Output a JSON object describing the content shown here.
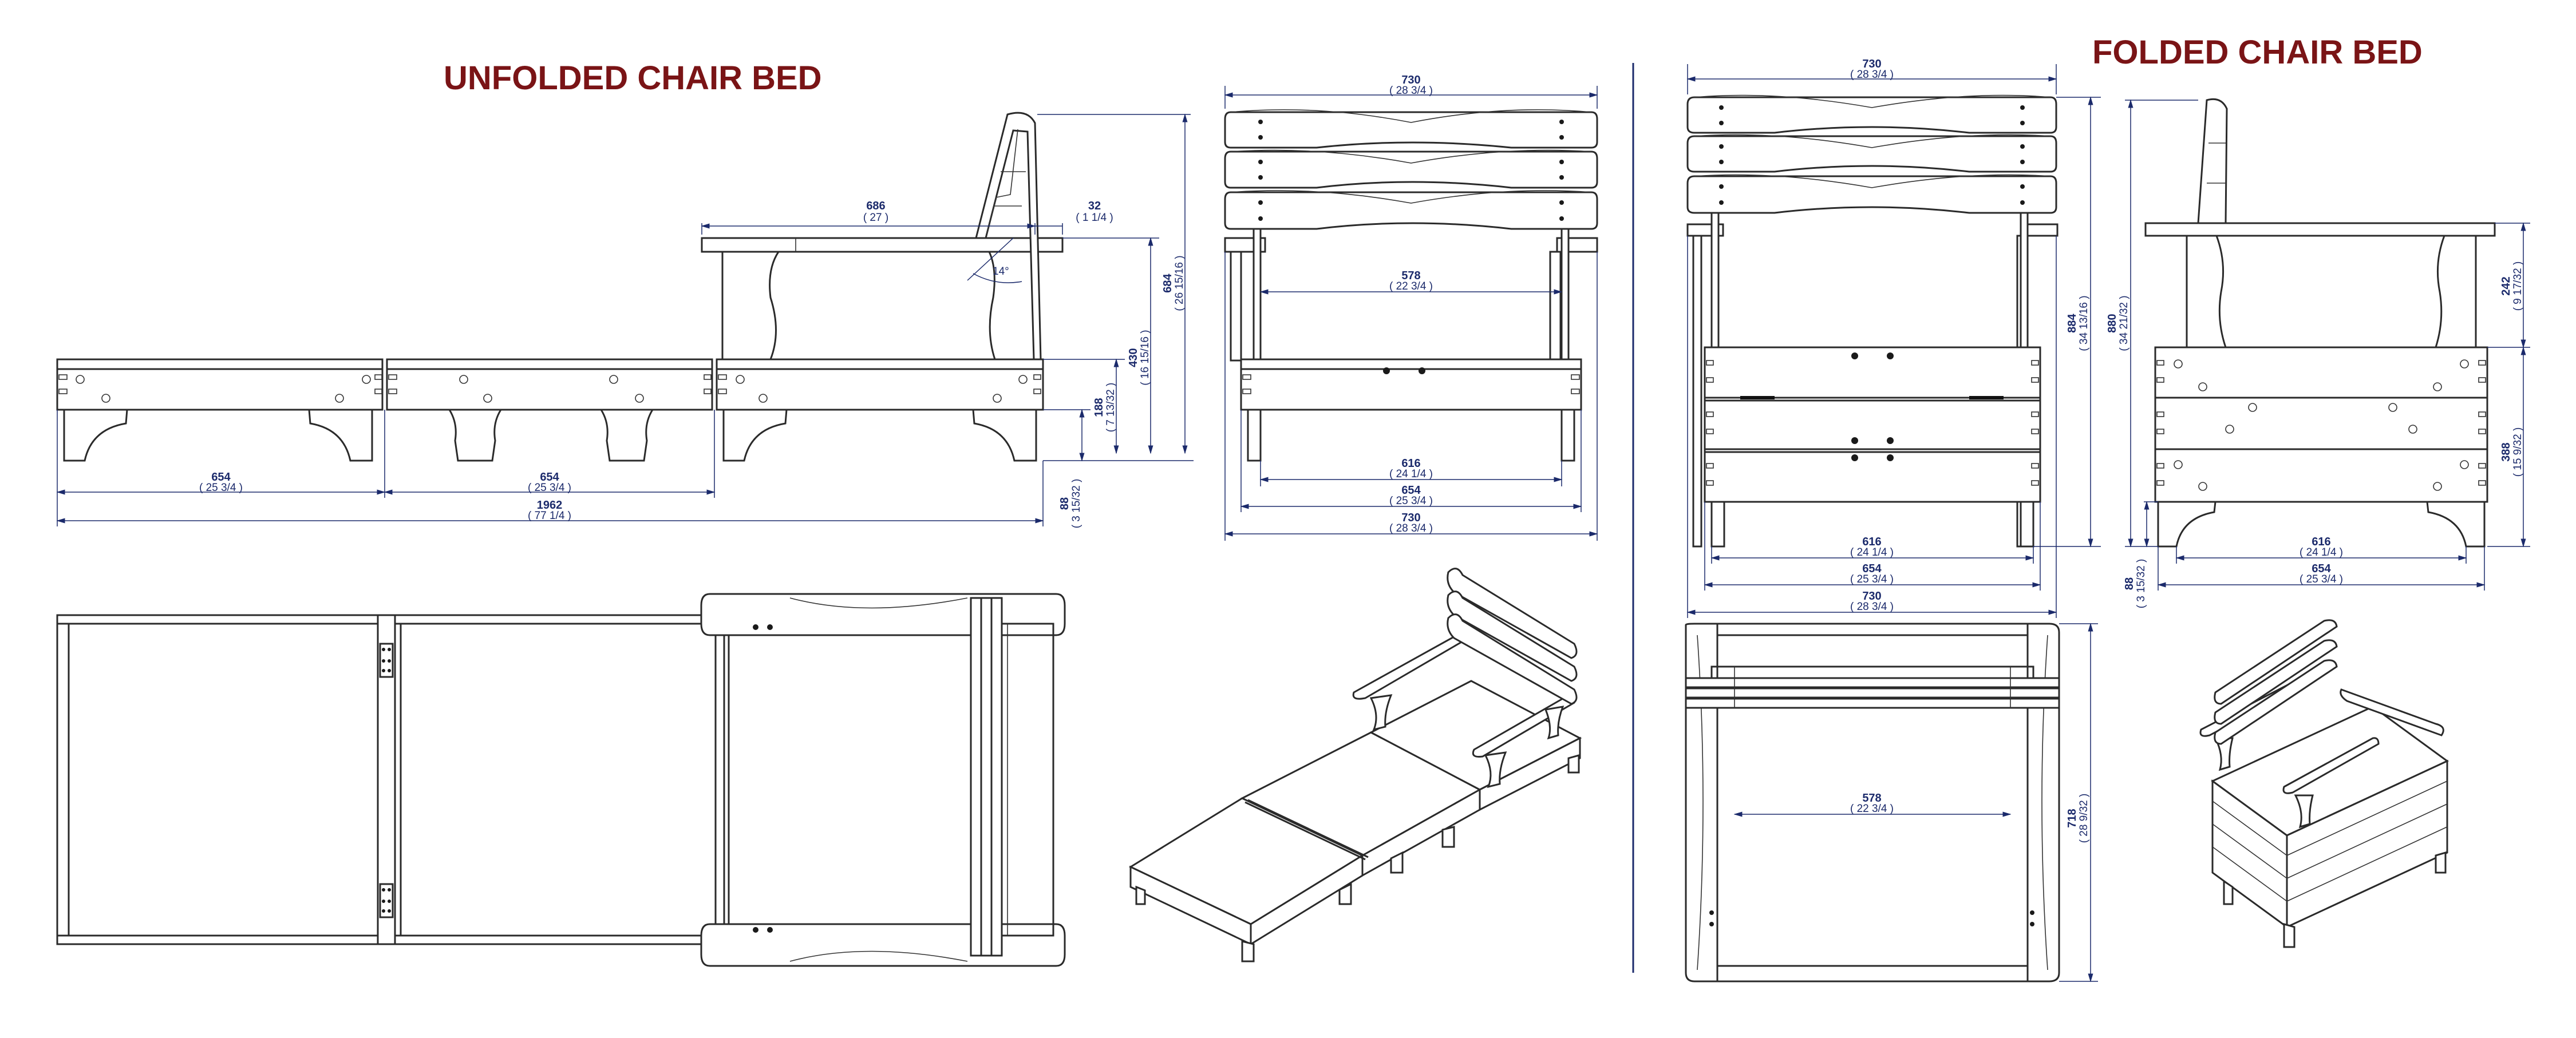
{
  "titles": {
    "unfolded": "UNFOLDED  CHAIR BED",
    "folded": "FOLDED CHAIR BED"
  },
  "colors": {
    "title": "#7a1416",
    "dimension": "#1b2a6b",
    "line": "#2a2a2a"
  },
  "dimensions": {
    "unfolded_side": {
      "arm_length": {
        "mm": "686",
        "in": "( 27 )"
      },
      "arm_overhang": {
        "mm": "32",
        "in": "( 1 1/4 )"
      },
      "angle": "14°",
      "height_total": {
        "mm": "684",
        "in": "( 26 15/16 )"
      },
      "seat_height": {
        "mm": "430",
        "in": "( 16 15/16 )"
      },
      "frame_height": {
        "mm": "188",
        "in": "( 7 13/32 )"
      },
      "leg_height": {
        "mm": "88",
        "in": "( 3 15/32 )"
      },
      "section_1": {
        "mm": "654",
        "in": "( 25 3/4 )"
      },
      "section_2": {
        "mm": "654",
        "in": "( 25 3/4 )"
      },
      "overall_length": {
        "mm": "1962",
        "in": "( 77 1/4 )"
      }
    },
    "unfolded_front": {
      "back_width": {
        "mm": "730",
        "in": "( 28 3/4 )"
      },
      "inner_width": {
        "mm": "578",
        "in": "( 22 3/4 )"
      },
      "frame_inner": {
        "mm": "616",
        "in": "( 24 1/4 )"
      },
      "frame_outer": {
        "mm": "654",
        "in": "( 25 3/4 )"
      },
      "overall_width": {
        "mm": "730",
        "in": "( 28 3/4 )"
      }
    },
    "folded_front": {
      "back_width": {
        "mm": "730",
        "in": "( 28 3/4 )"
      },
      "height": {
        "mm": "884",
        "in": "( 34 13/16 )"
      },
      "frame_inner": {
        "mm": "616",
        "in": "( 24 1/4 )"
      },
      "frame_outer": {
        "mm": "654",
        "in": "( 25 3/4 )"
      },
      "overall_width": {
        "mm": "730",
        "in": "( 28 3/4 )"
      }
    },
    "folded_side": {
      "height": {
        "mm": "880",
        "in": "( 34 21/32 )"
      },
      "arm_height": {
        "mm": "242",
        "in": "( 9 17/32 )"
      },
      "box_height": {
        "mm": "388",
        "in": "( 15 9/32 )"
      },
      "leg_height": {
        "mm": "88",
        "in": "( 3 15/32 )"
      },
      "frame_inner": {
        "mm": "616",
        "in": "( 24 1/4 )"
      },
      "frame_outer": {
        "mm": "654",
        "in": "( 25 3/4 )"
      }
    },
    "folded_top": {
      "inner_width": {
        "mm": "578",
        "in": "( 22 3/4 )"
      },
      "depth": {
        "mm": "718",
        "in": "( 28 9/32 )"
      }
    }
  }
}
